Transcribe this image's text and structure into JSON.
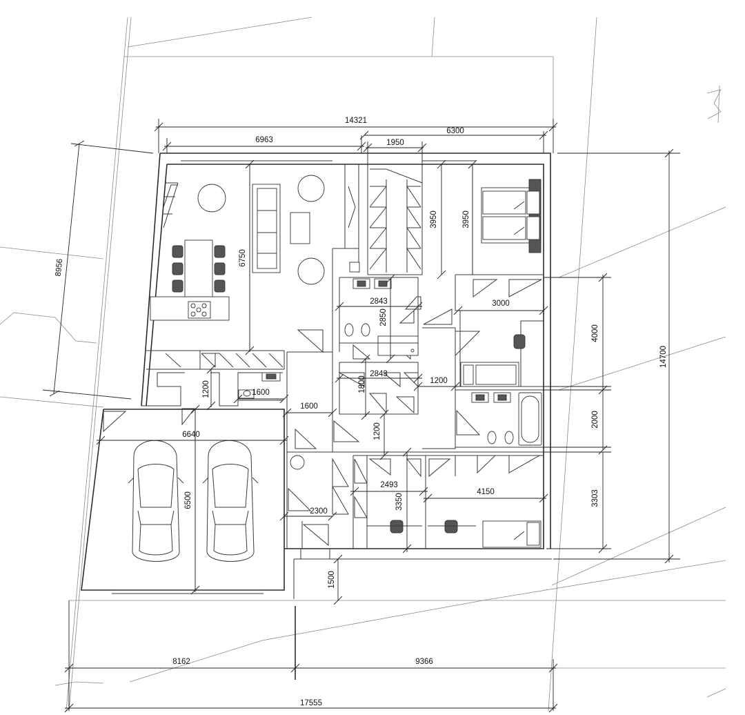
{
  "drawing": {
    "type": "residential floor plan",
    "dimensions": {
      "overall_width_top": "14321",
      "left_wing_width": "6963",
      "right_wing_width": "6300",
      "wardrobe_width": "1950",
      "wardrobe_depth": "3950",
      "master_bedroom_depth": "3950",
      "left_side_depth": "8956",
      "living_depth": "6750",
      "bath_width": "2843",
      "bath_depth": "2850",
      "bath2_width": "2843",
      "bath2_depth": "1800",
      "closet_width": "1200",
      "wc_width": "1600",
      "laundry_depth": "1200",
      "corridor_width": "1600",
      "hall_depth": "1200",
      "garage_width": "6640",
      "garage_depth": "6500",
      "storage_width": "2300",
      "bedroom3_width": "2493",
      "bedroom3_depth": "3350",
      "bedroom2_width": "4150",
      "ensuite_width": "3000",
      "right_depth_upper": "4000",
      "right_depth_middle": "2000",
      "right_depth_lower": "3303",
      "overall_depth_right": "14700",
      "entry_depth": "1500",
      "site_left": "8162",
      "site_right": "9366",
      "site_total": "17555"
    }
  }
}
